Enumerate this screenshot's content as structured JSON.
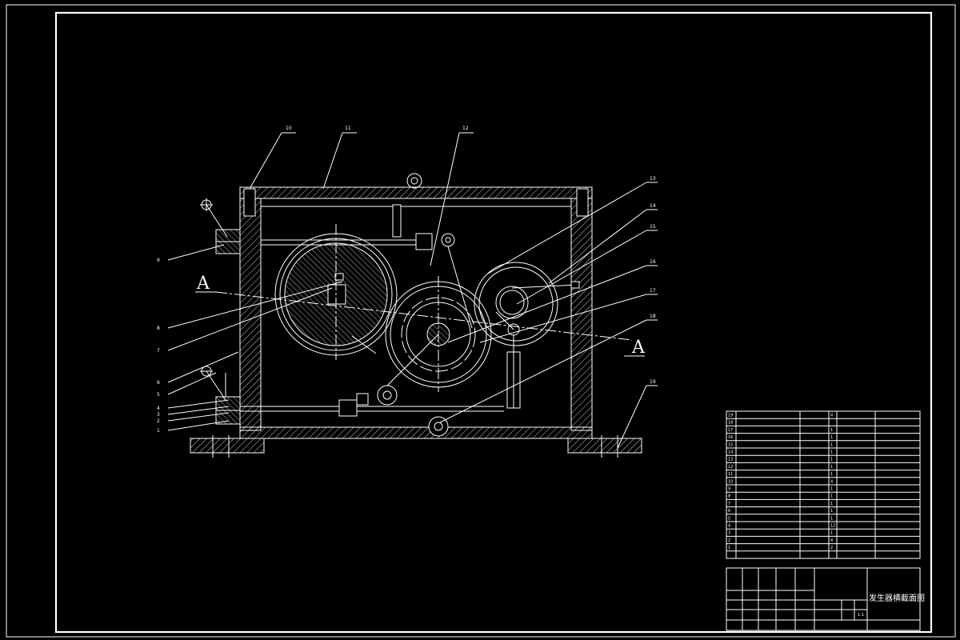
{
  "drawing": {
    "callouts": {
      "n1": "1",
      "n2": "2",
      "n3": "3",
      "n4": "4",
      "n5": "5",
      "n6": "6",
      "n7": "7",
      "n8": "8",
      "n9": "9",
      "n10": "10",
      "n11": "11",
      "n12": "12",
      "n13": "13",
      "n14": "14",
      "n15": "15",
      "n16": "16",
      "n17": "17",
      "n18": "18",
      "n19": "19"
    },
    "section_mark": "A"
  },
  "title_block": {
    "parts": [
      {
        "no": "19",
        "code": "",
        "name": "",
        "qty": "4",
        "material": "",
        "note": ""
      },
      {
        "no": "18",
        "code": "",
        "name": "",
        "qty": "",
        "material": "",
        "note": ""
      },
      {
        "no": "17",
        "code": "",
        "name": "",
        "qty": "1",
        "material": "",
        "note": ""
      },
      {
        "no": "16",
        "code": "",
        "name": "",
        "qty": "1",
        "material": "",
        "note": ""
      },
      {
        "no": "15",
        "code": "",
        "name": "",
        "qty": "1",
        "material": "",
        "note": ""
      },
      {
        "no": "14",
        "code": "",
        "name": "",
        "qty": "1",
        "material": "",
        "note": ""
      },
      {
        "no": "13",
        "code": "",
        "name": "",
        "qty": "1",
        "material": "",
        "note": ""
      },
      {
        "no": "12",
        "code": "",
        "name": "",
        "qty": "1",
        "material": "",
        "note": ""
      },
      {
        "no": "11",
        "code": "",
        "name": "",
        "qty": "1",
        "material": "",
        "note": ""
      },
      {
        "no": "10",
        "code": "",
        "name": "",
        "qty": "4",
        "material": "",
        "note": ""
      },
      {
        "no": "9",
        "code": "",
        "name": "",
        "qty": "1",
        "material": "",
        "note": ""
      },
      {
        "no": "8",
        "code": "",
        "name": "",
        "qty": "1",
        "material": "",
        "note": ""
      },
      {
        "no": "7",
        "code": "",
        "name": "",
        "qty": "1",
        "material": "",
        "note": ""
      },
      {
        "no": "6",
        "code": "",
        "name": "",
        "qty": "1",
        "material": "",
        "note": ""
      },
      {
        "no": "5",
        "code": "",
        "name": "",
        "qty": "1",
        "material": "",
        "note": ""
      },
      {
        "no": "4",
        "code": "",
        "name": "",
        "qty": "12",
        "material": "",
        "note": ""
      },
      {
        "no": "3",
        "code": "",
        "name": "",
        "qty": "1",
        "material": "",
        "note": ""
      },
      {
        "no": "2",
        "code": "",
        "name": "",
        "qty": "4",
        "material": "",
        "note": ""
      },
      {
        "no": "1",
        "code": "",
        "name": "",
        "qty": "2",
        "material": "",
        "note": ""
      }
    ],
    "drawing_title": "发生器横截面图",
    "scale": "1:1"
  }
}
